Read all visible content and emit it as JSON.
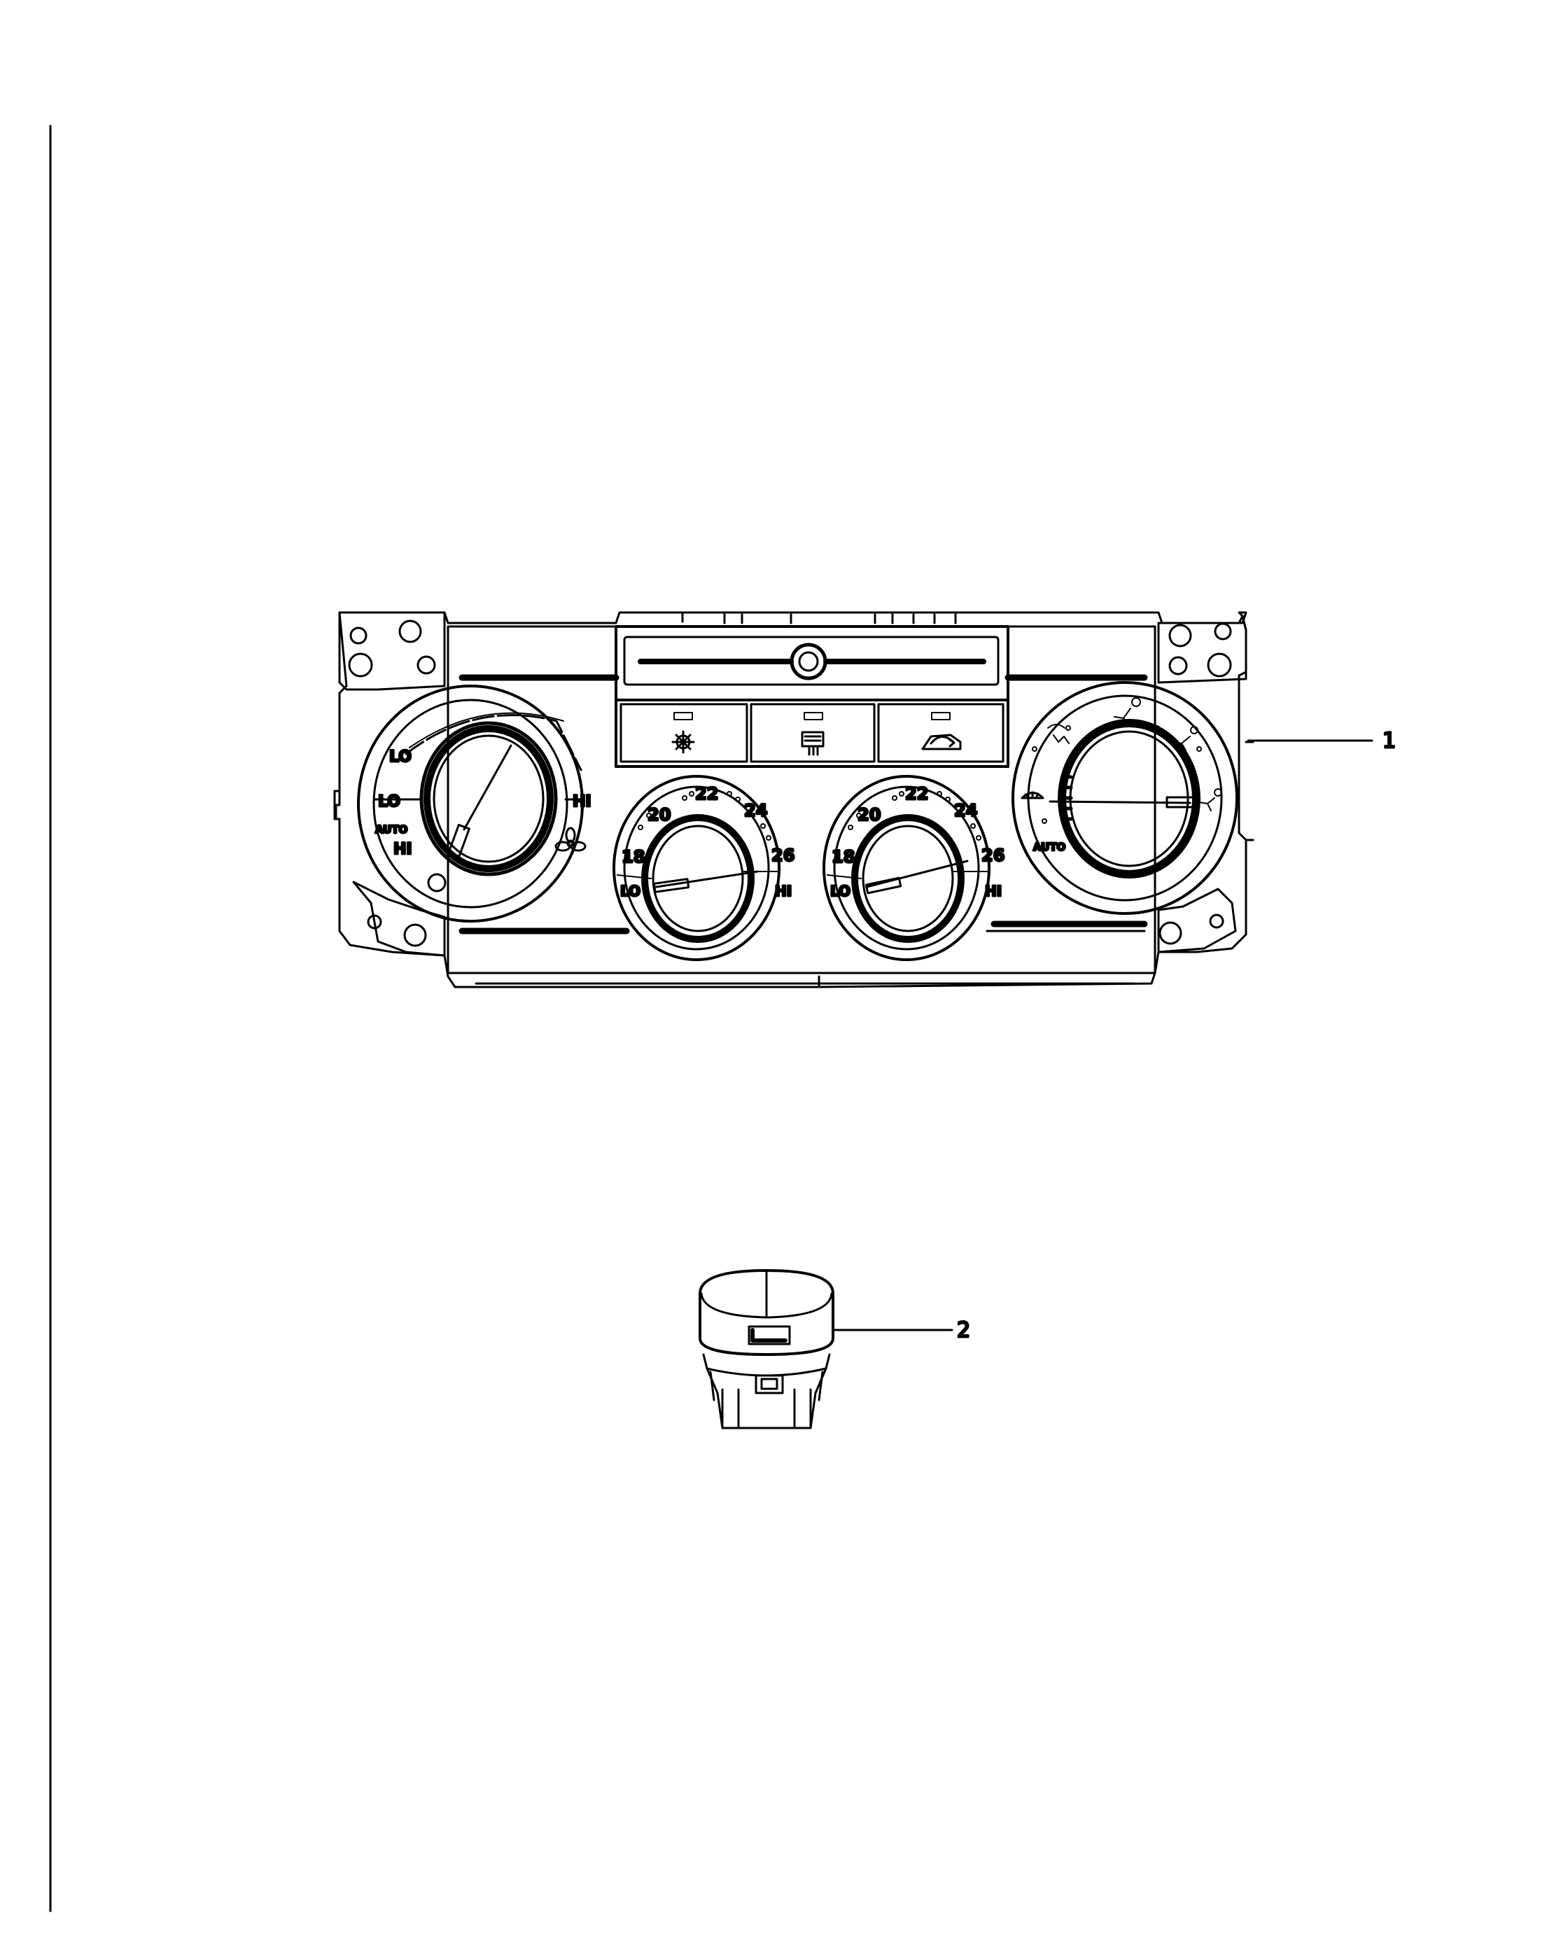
{
  "callouts": [
    {
      "number": "1"
    },
    {
      "number": "2"
    }
  ],
  "fan_dial": {
    "labels": {
      "lo_top": "LO",
      "lo": "LO",
      "auto": "AUTO",
      "hi_left": "HI",
      "hi_right": "HI"
    },
    "icon": "fan-icon"
  },
  "buttons": [
    {
      "icon": "ac-snowflake-icon"
    },
    {
      "icon": "rear-defrost-icon"
    },
    {
      "icon": "recirculation-icon"
    }
  ],
  "temp_dial_left": {
    "ticks": {
      "t18": "18",
      "t20": "20",
      "t22": "22",
      "t24": "24",
      "t26": "26"
    },
    "lo": "LO",
    "hi": "HI"
  },
  "temp_dial_right": {
    "ticks": {
      "t18": "18",
      "t20": "20",
      "t22": "22",
      "t24": "24",
      "t26": "26"
    },
    "lo": "LO",
    "hi": "HI"
  },
  "mode_dial": {
    "auto": "AUTO",
    "icons": [
      "defrost-icon",
      "floor-defrost-icon",
      "bi-level-icon",
      "floor-icon",
      "panel-icon"
    ]
  },
  "colors": {
    "line": "#000000",
    "background": "#ffffff"
  }
}
